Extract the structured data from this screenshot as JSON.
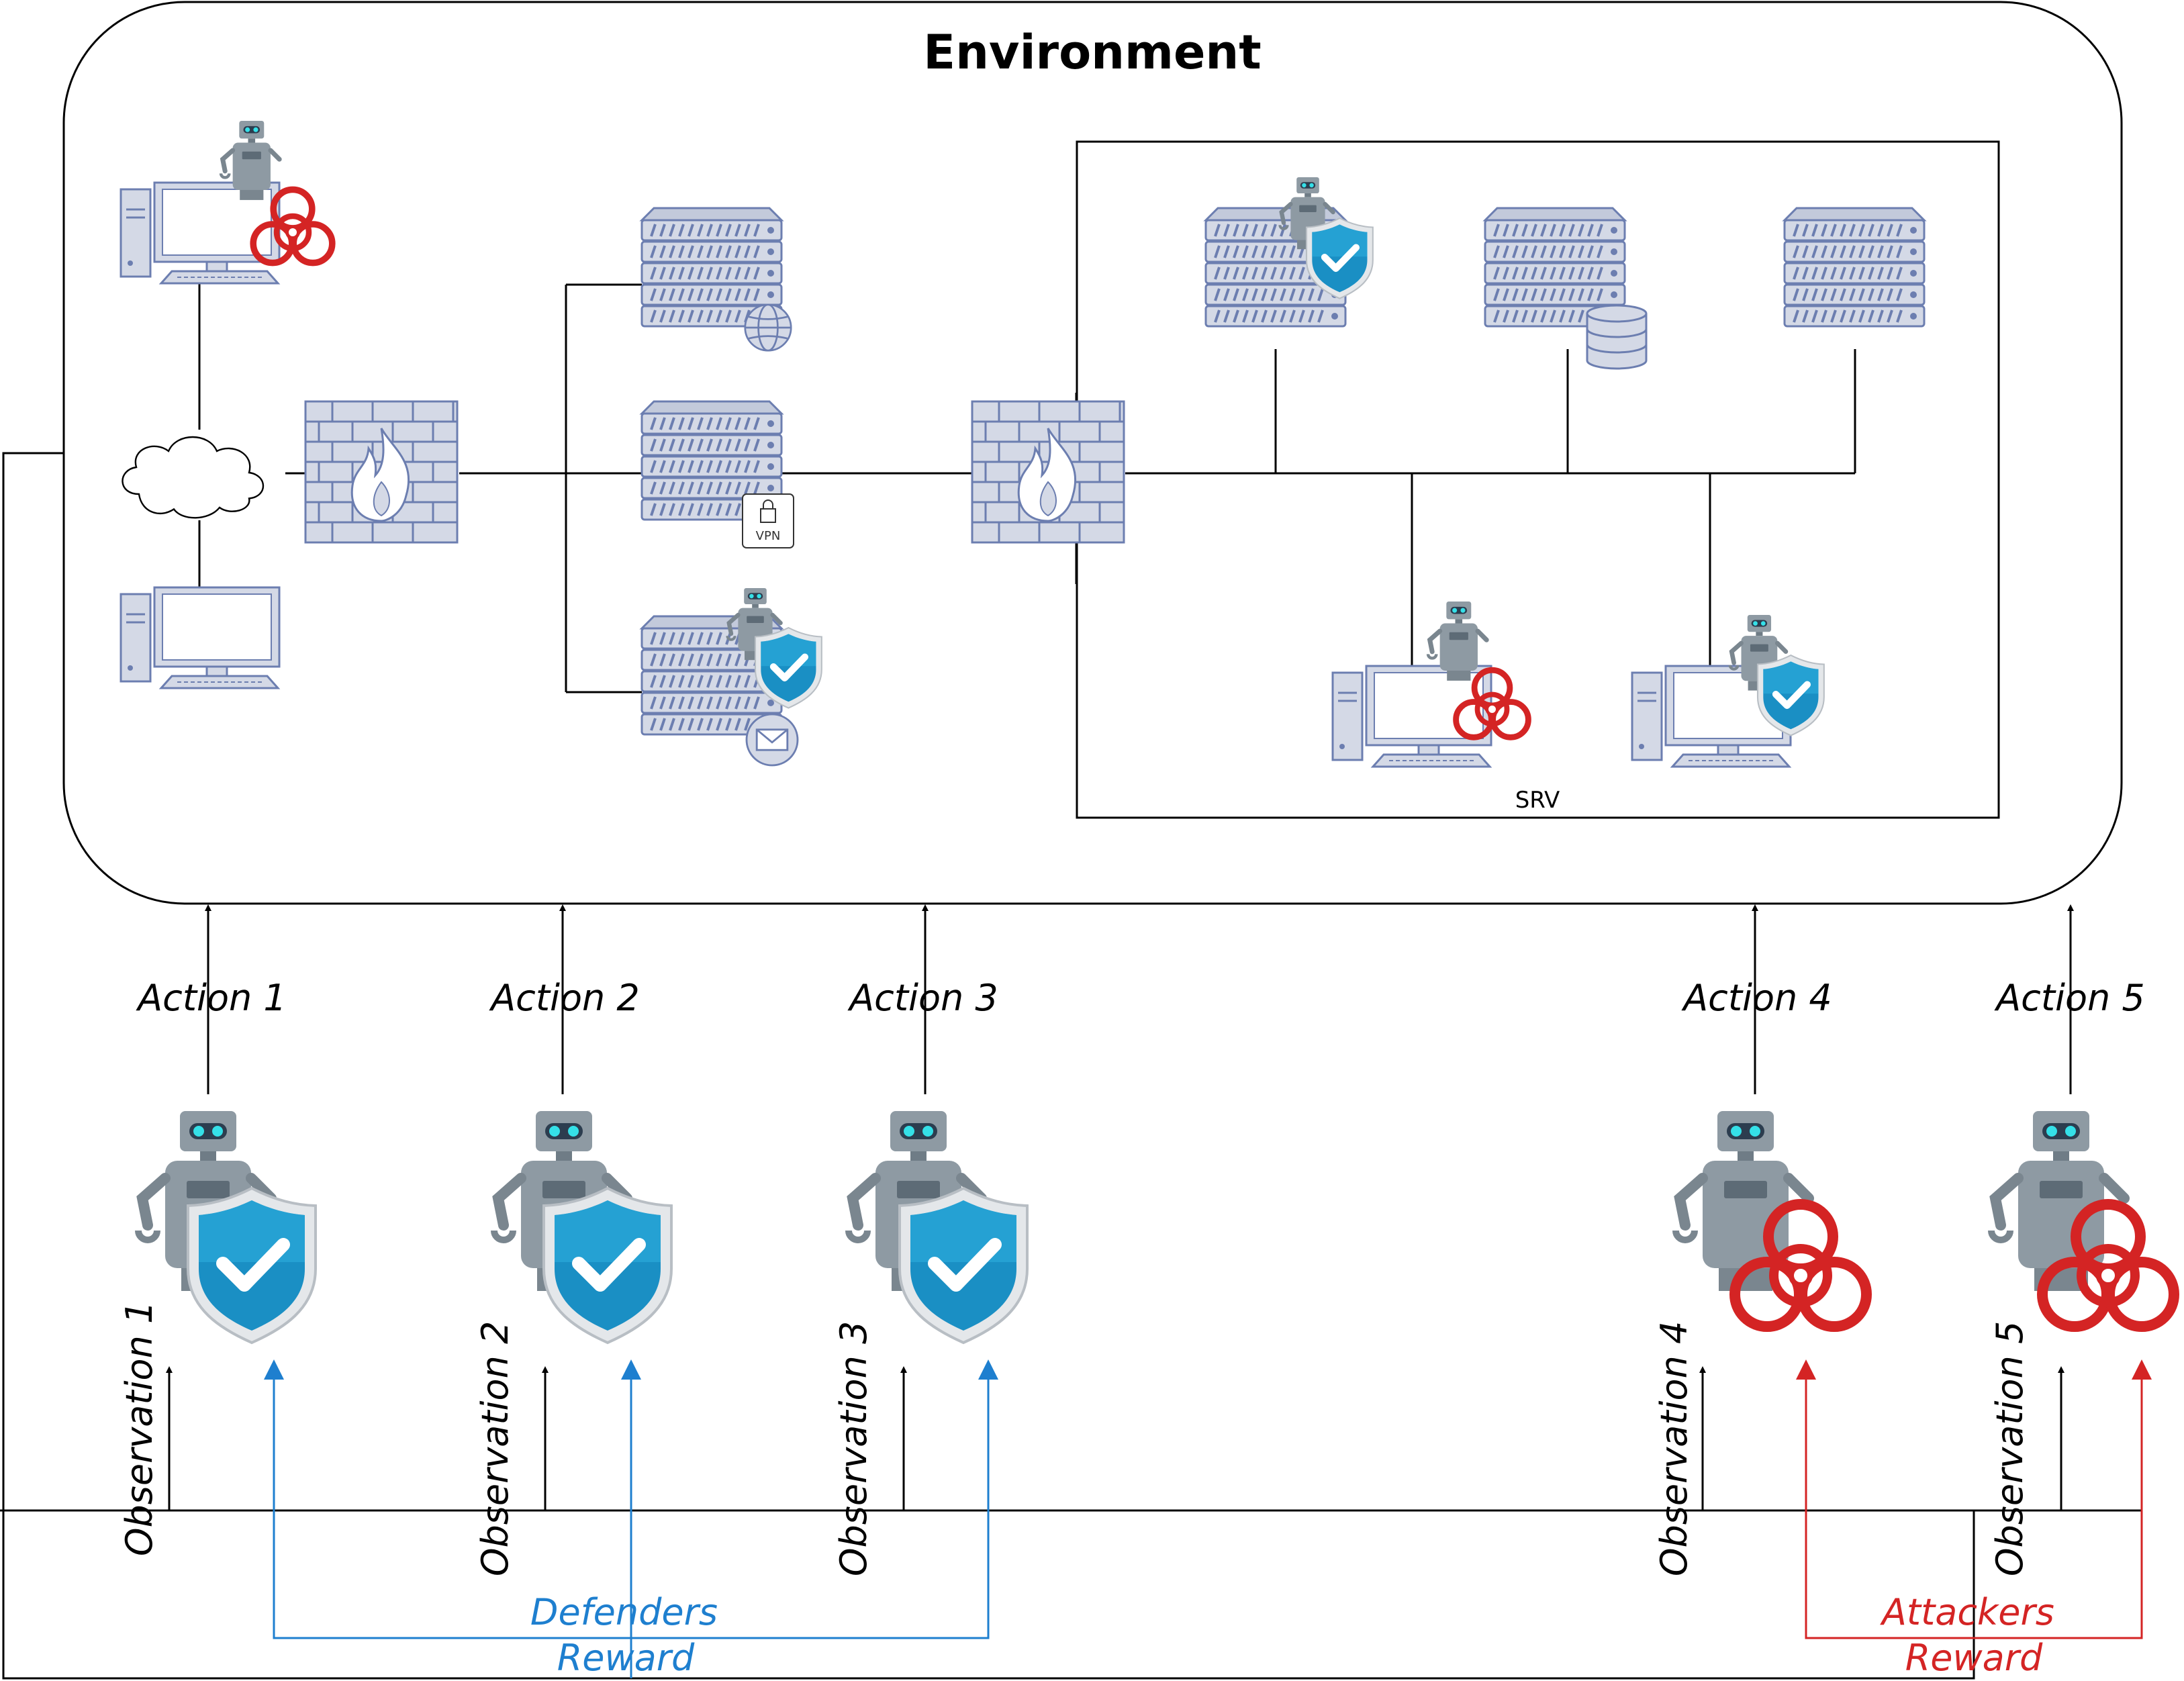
{
  "environment": {
    "title": "Environment"
  },
  "srv_zone": {
    "label": "SRV"
  },
  "vpn_badge": {
    "label": "VPN"
  },
  "agents": [
    {
      "role": "defender",
      "action": "Action 1",
      "observation": "Observation 1"
    },
    {
      "role": "defender",
      "action": "Action 2",
      "observation": "Observation 2"
    },
    {
      "role": "defender",
      "action": "Action 3",
      "observation": "Observation 3"
    },
    {
      "role": "attacker",
      "action": "Action 4",
      "observation": "Observation 4"
    },
    {
      "role": "attacker",
      "action": "Action 5",
      "observation": "Observation 5"
    }
  ],
  "rewards": {
    "defenders": {
      "line1": "Defenders",
      "line2": "Reward"
    },
    "attackers": {
      "line1": "Attackers",
      "line2": "Reward"
    }
  },
  "icons": [
    "robot-icon",
    "shield-icon",
    "biohazard-icon",
    "server-icon",
    "workstation-icon",
    "firewall-icon",
    "cloud-icon",
    "globe-icon",
    "database-icon",
    "mail-icon",
    "padlock-icon"
  ],
  "colors": {
    "defender_blue": "#1e7fcf",
    "attacker_red": "#d42424",
    "server_fill": "#d4d9e6",
    "server_stroke": "#6c7eb0",
    "robot_gray": "#8e9aa3",
    "robot_eye": "#35e0e8",
    "shield_blue": "#1a8fc4"
  }
}
